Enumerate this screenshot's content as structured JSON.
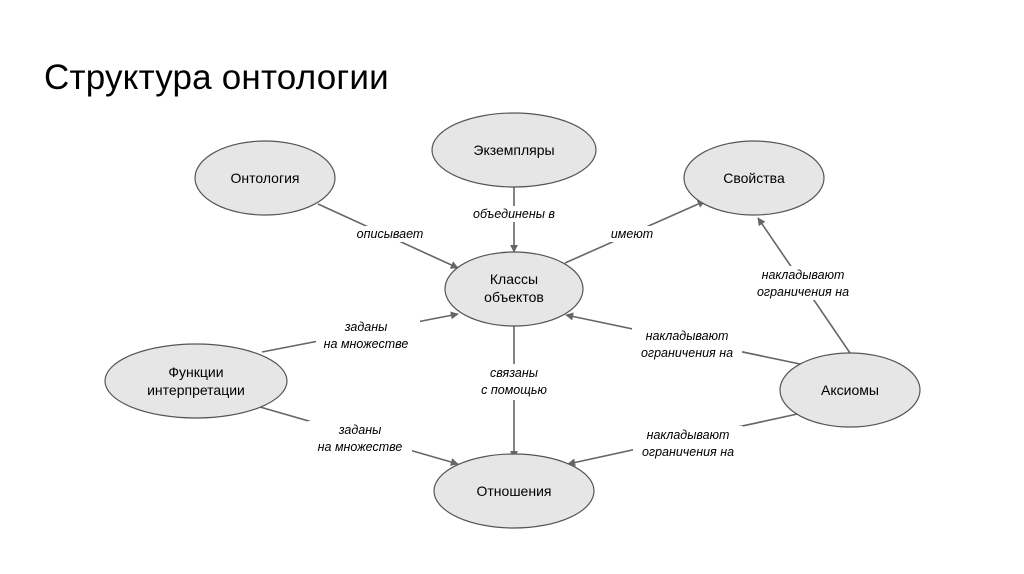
{
  "slide": {
    "title": "Структура онтологии"
  },
  "nodes": {
    "ontology": {
      "lines": [
        "Онтология"
      ]
    },
    "instances": {
      "lines": [
        "Экземпляры"
      ]
    },
    "properties": {
      "lines": [
        "Свойства"
      ]
    },
    "classes": {
      "lines": [
        "Классы",
        "объектов"
      ]
    },
    "functions": {
      "lines": [
        "Функции",
        "интерпретации"
      ]
    },
    "axioms": {
      "lines": [
        "Аксиомы"
      ]
    },
    "relations": {
      "lines": [
        "Отношения"
      ]
    }
  },
  "edges": {
    "ontology_classes": {
      "lines": [
        "описывает"
      ]
    },
    "instances_classes": {
      "lines": [
        "объединены в"
      ]
    },
    "classes_properties": {
      "lines": [
        "имеют"
      ]
    },
    "axioms_properties": {
      "lines": [
        "накладывают",
        "ограничения на"
      ]
    },
    "axioms_classes": {
      "lines": [
        "накладывают",
        "ограничения на"
      ]
    },
    "functions_classes": {
      "lines": [
        "заданы",
        "на множестве"
      ]
    },
    "classes_relations": {
      "lines": [
        "связаны",
        "с помощью"
      ]
    },
    "functions_relations": {
      "lines": [
        "заданы",
        "на множестве"
      ]
    },
    "axioms_relations": {
      "lines": [
        "накладывают",
        "ограничения на"
      ]
    }
  }
}
